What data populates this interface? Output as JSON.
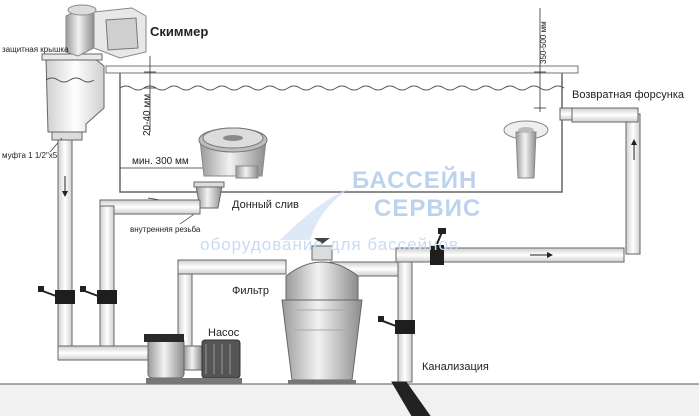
{
  "labels": {
    "skimmer": "Скиммер",
    "protective_cover": "защитная крышка",
    "coupling": "муфта 1 1/2\"х50",
    "gap_small": "20-40 мм",
    "gap_large": "350-500 мм",
    "min_distance": "мин. 300 мм",
    "return_nozzle": "Возвратная форсунка",
    "bottom_drain": "Донный слив",
    "inner_thread": "внутренняя резьба",
    "filter": "Фильтр",
    "pump": "Насос",
    "sewer": "Канализация"
  },
  "watermark": {
    "line1": "БАССЕЙН",
    "line2": "СЕРВИС",
    "line3": "оборудование для бассейнов"
  },
  "colors": {
    "pipe": "#f4f4f4",
    "pipe_stroke": "#666666",
    "valve": "#222222",
    "watermark": "#bcd3ef"
  }
}
